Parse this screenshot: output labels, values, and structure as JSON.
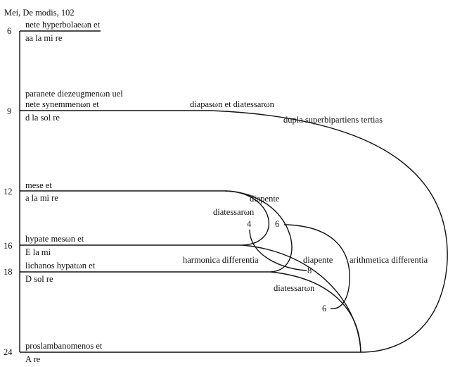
{
  "title": "Mei, De modis, 102",
  "levels": [
    {
      "number": "6",
      "upper": "nete hyperbolaeωn et",
      "lower": "aa la mi re"
    },
    {
      "number": "9",
      "upper_1": "paranete diezeugmenωn uel",
      "upper": "nete synemmenωn et",
      "lower": "d la sol re"
    },
    {
      "number": "12",
      "upper": "mese et",
      "lower": "a la mi re"
    },
    {
      "number": "16",
      "upper": "hypate mesωn et",
      "lower": "E la mi"
    },
    {
      "number": "18",
      "upper": "lichanos hypatωn et",
      "lower": "D  sol  re"
    },
    {
      "number": "24",
      "upper": "proslambanomenos et",
      "lower": "A re"
    }
  ],
  "arcs": {
    "big_1": "diapasωn et diatessarωn",
    "big_2": "dupla superbipartiens tertias",
    "diapente_upper": "diapente",
    "diatessaron_upper": "diatessarωn",
    "harmonica": "harmonica differentia",
    "diapente_lower": "diapente",
    "arithmetica": "arithmetica differentia",
    "diatessaron_lower": "diatessarωn"
  },
  "differences": {
    "h_start": "4",
    "a_start": "6",
    "h_end": "8",
    "a_end": "6"
  }
}
